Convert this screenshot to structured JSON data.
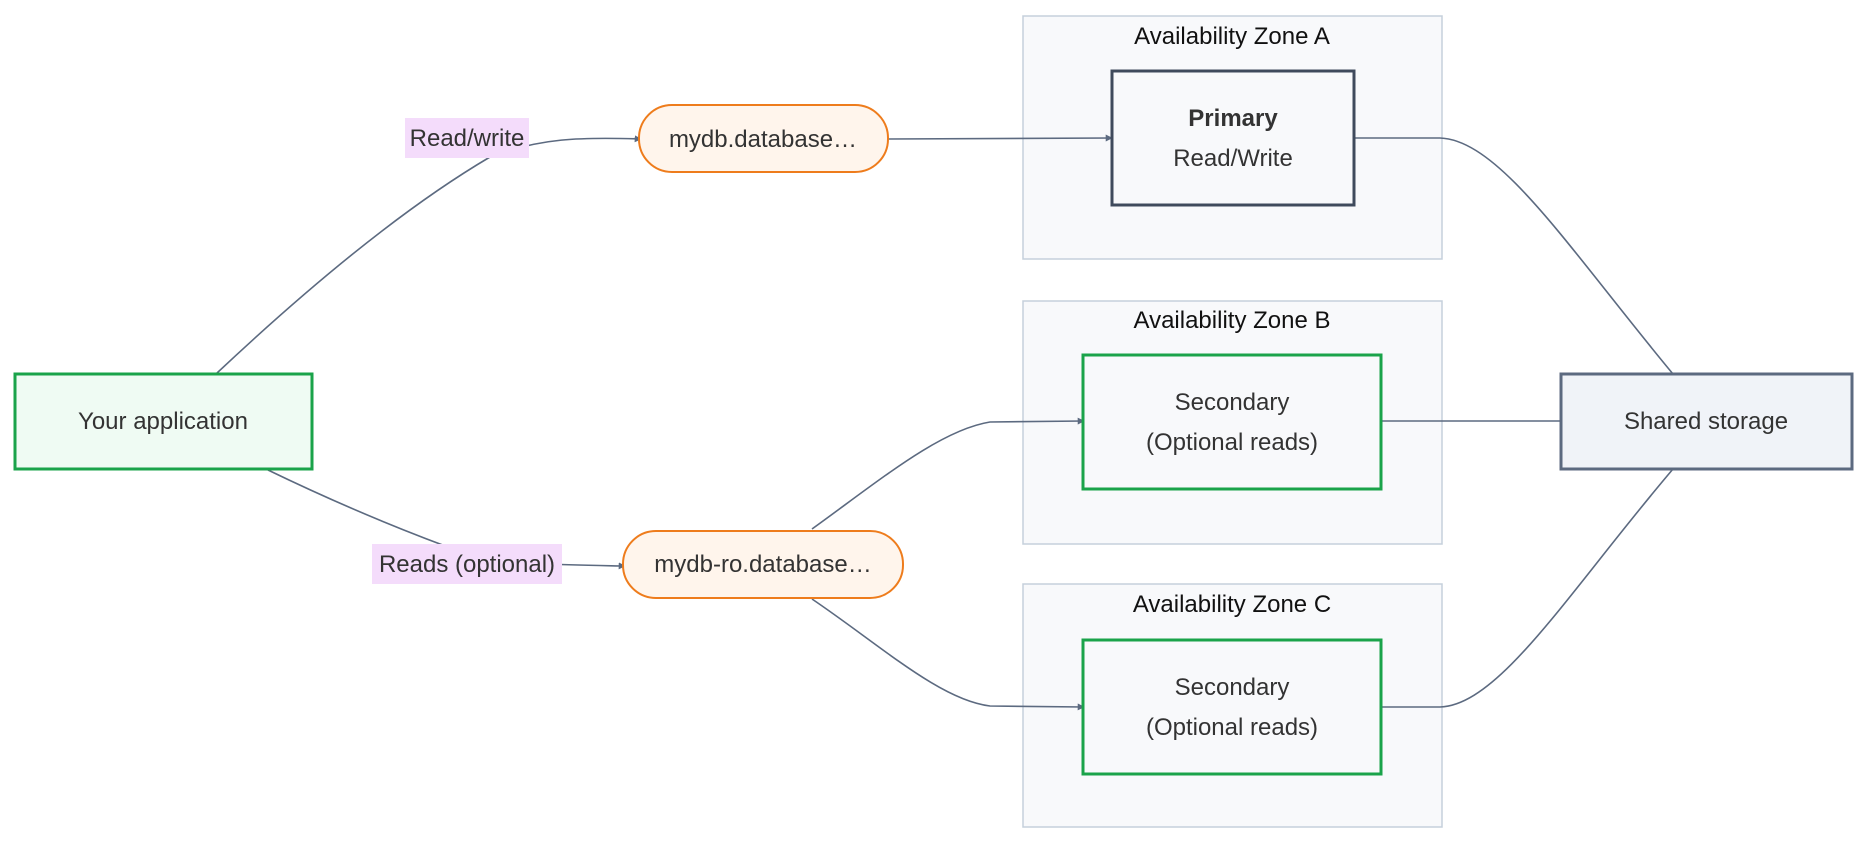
{
  "colors": {
    "edge": "#5c6a80",
    "zone_fill": "#f8f9fb",
    "zone_stroke": "#c5d0dc",
    "app_fill": "#effbf3",
    "app_stroke": "#1aa34a",
    "replica_fill": "#f8f9fb",
    "replica_stroke": "#1aa34a",
    "primary_stroke": "#3f4a5c",
    "endpoint_fill": "#fff5ec",
    "endpoint_stroke": "#ee7c1c",
    "storage_fill": "#f0f3f8",
    "storage_stroke": "#5c6a80",
    "edge_label_bg": "#f4dcfb"
  },
  "zones": {
    "a": {
      "title": "Availability Zone A"
    },
    "b": {
      "title": "Availability Zone B"
    },
    "c": {
      "title": "Availability Zone C"
    }
  },
  "nodes": {
    "app": {
      "label": "Your application"
    },
    "rw_endpoint": {
      "label": "mydb.database…"
    },
    "ro_endpoint": {
      "label": "mydb-ro.database…"
    },
    "primary": {
      "title": "Primary",
      "subtitle": "Read/Write"
    },
    "secondary_b": {
      "line1": "Secondary",
      "line2": "(Optional reads)"
    },
    "secondary_c": {
      "line1": "Secondary",
      "line2": "(Optional reads)"
    },
    "storage": {
      "label": "Shared storage"
    }
  },
  "edges": {
    "app_to_rw": {
      "label": "Read/write"
    },
    "app_to_ro": {
      "label": "Reads (optional)"
    }
  }
}
